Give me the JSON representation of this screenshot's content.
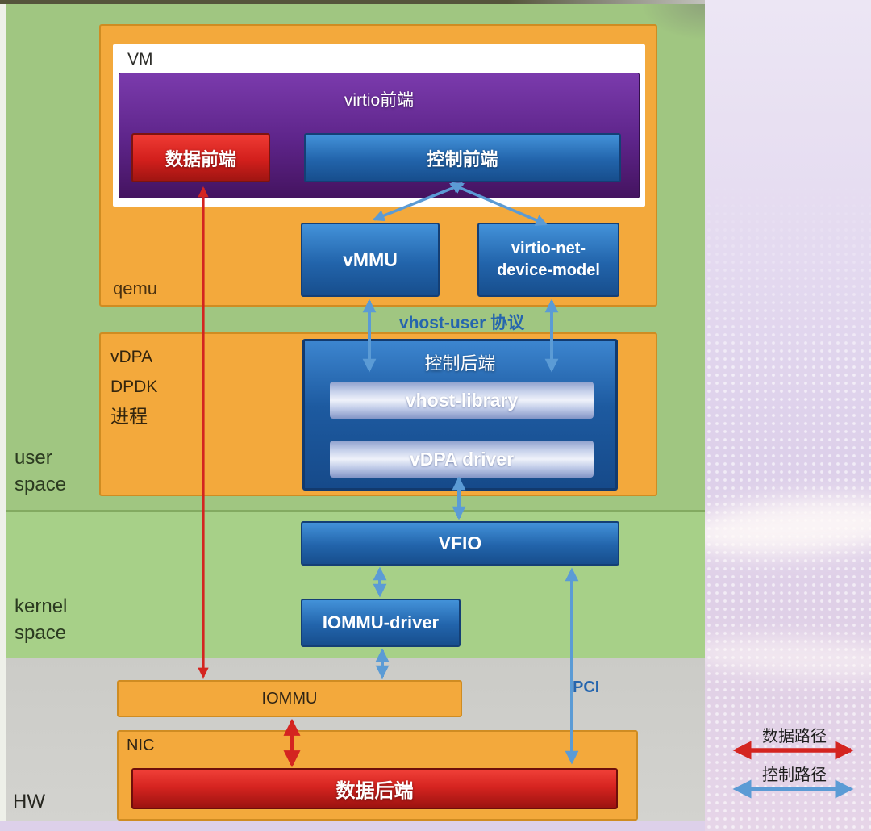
{
  "diagram": {
    "vm": {
      "label": "VM"
    },
    "virtio_frontend": {
      "title": "virtio前端",
      "data_frontend": "数据前端",
      "control_frontend": "控制前端"
    },
    "qemu": {
      "label": "qemu",
      "vmmu": "vMMU",
      "virtio_net_line1": "virtio-net-",
      "virtio_net_line2": "device-model"
    },
    "vhost_user_protocol": "vhost-user 协议",
    "vdpa_process": {
      "label_line1": "vDPA",
      "label_line2": "DPDK",
      "label_line3": "进程",
      "control_backend": "控制后端",
      "vhost_library": "vhost-library",
      "vdpa_driver": "vDPA driver"
    },
    "user_space": {
      "line1": "user",
      "line2": "space"
    },
    "kernel_space": {
      "line1": "kernel",
      "line2": "space",
      "vfio": "VFIO",
      "iommu_driver": "IOMMU-driver"
    },
    "hw": {
      "label": "HW",
      "iommu": "IOMMU",
      "nic": "NIC",
      "data_backend": "数据后端",
      "pci": "PCI"
    }
  },
  "legend": {
    "data_path": "数据路径",
    "control_path": "控制路径"
  },
  "colors": {
    "data_path": "#d42420",
    "control_path": "#5b9bd5",
    "orange_box": "#f3a93c",
    "blue_box": "#2264ab",
    "purple_box": "#5d2489",
    "red_box": "#d62420",
    "green_user_space": "#a0c681",
    "green_kernel_space": "#a7d088",
    "gray_hw": "#cbcbc7",
    "background_right": "#e0d4ec",
    "annotation_blue": "#2565ae"
  }
}
